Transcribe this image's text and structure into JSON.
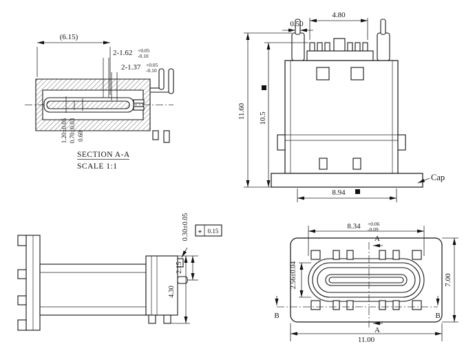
{
  "views": {
    "section_aa": {
      "caption": "SECTION A-A",
      "scale": "SCALE 1:1",
      "dims": {
        "overall_width": "(6.15)",
        "slot_width_1": "2-1.62",
        "slot_width_1_tol_upper": "+0.05",
        "slot_width_1_tol_lower": "-0.10",
        "slot_width_2": "2-1.37",
        "slot_width_2_tol_upper": "+0.05",
        "slot_width_2_tol_lower": "-0.10",
        "stack_height_1": "1.20±0.05",
        "stack_height_2": "0.70±0.03",
        "stack_height_3": "0.60"
      }
    },
    "front": {
      "dims": {
        "pin_row_width": "4.80",
        "peg_pin_width": "0.50",
        "overall_height": "11.60",
        "body_height": "10.5",
        "shield_width": "8.94"
      },
      "cap_label": "Cap"
    },
    "side": {
      "dims": {
        "pin_offset": "0.30±0.05",
        "pin_height": "2.15",
        "body_depth": "4.30"
      },
      "tolerance_frame": {
        "symbol": "⌖",
        "value": "0.15"
      }
    },
    "top": {
      "dims": {
        "opening_width": "8.34",
        "opening_width_tol_upper": "+0.06",
        "opening_width_tol_lower": "-0.09",
        "opening_height": "2.56±0.04",
        "body_depth": "7.00",
        "body_width": "11.00"
      },
      "section_marks": {
        "a": "A",
        "b": "B"
      }
    }
  }
}
